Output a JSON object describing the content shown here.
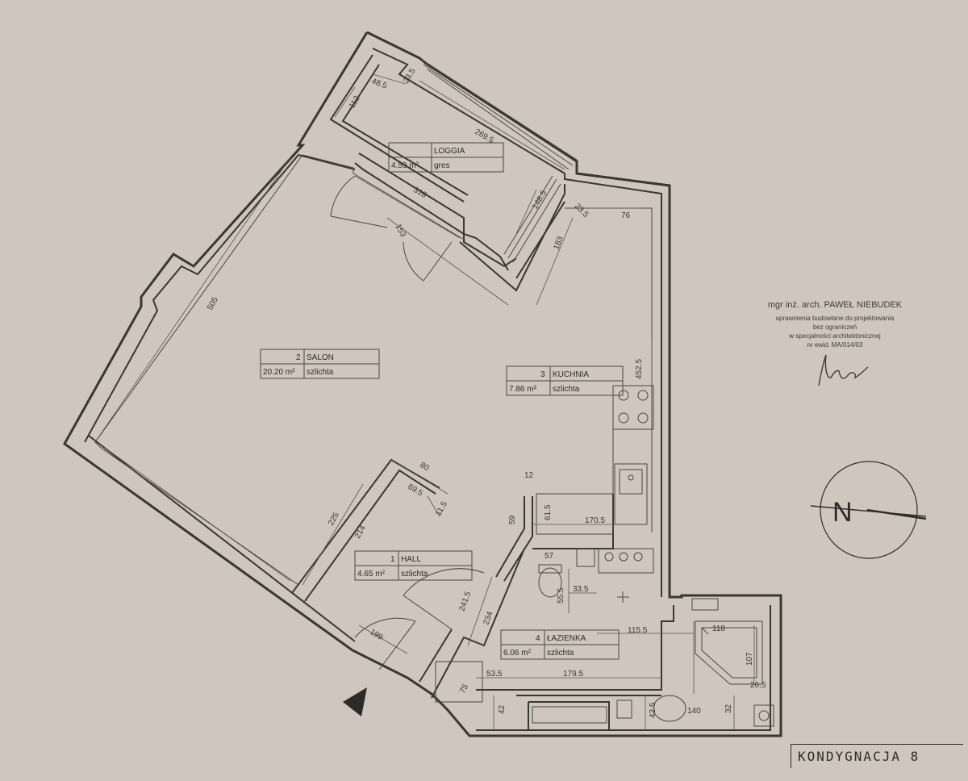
{
  "rooms": [
    {
      "id": "loggia",
      "number": "",
      "name": "LOGGIA",
      "area": "4.59 m²",
      "finish": "gres"
    },
    {
      "id": "salon",
      "number": "2",
      "name": "SALON",
      "area": "20.20 m²",
      "finish": "szlichta"
    },
    {
      "id": "kuchnia",
      "number": "3",
      "name": "KUCHNIA",
      "area": "7.86 m²",
      "finish": "szlichta"
    },
    {
      "id": "hall",
      "number": "1",
      "name": "HALL",
      "area": "4.65 m²",
      "finish": "szlichta"
    },
    {
      "id": "lazienka",
      "number": "4",
      "name": "ŁAZIENKA",
      "area": "6.06 m²",
      "finish": "szlichta"
    }
  ],
  "dimensions": [
    "48.5",
    "23.5",
    "112",
    "269.5",
    "318",
    "148.5",
    "23.5",
    "76",
    "153",
    "183",
    "505",
    "452.5",
    "80",
    "69.5",
    "11.5",
    "12",
    "59",
    "61.5",
    "170.5",
    "225",
    "214",
    "57",
    "33.5",
    "55.5",
    "241.5",
    "234",
    "115.5",
    "118",
    "107",
    "26.5",
    "199",
    "53.5",
    "179.5",
    "42",
    "75",
    "42.5",
    "140",
    "32"
  ],
  "architect": {
    "name": "mgr inż. arch. PAWEŁ NIEBUDEK",
    "line1": "uprawnienia budowlane do projektowania",
    "line2": "bez ograniczeń",
    "line3": "w specjalności architektonicznej",
    "line4": "nr ewid. MA/014/03"
  },
  "compass": {
    "label": "N"
  },
  "level_label": "KONDYGNACJA 8"
}
